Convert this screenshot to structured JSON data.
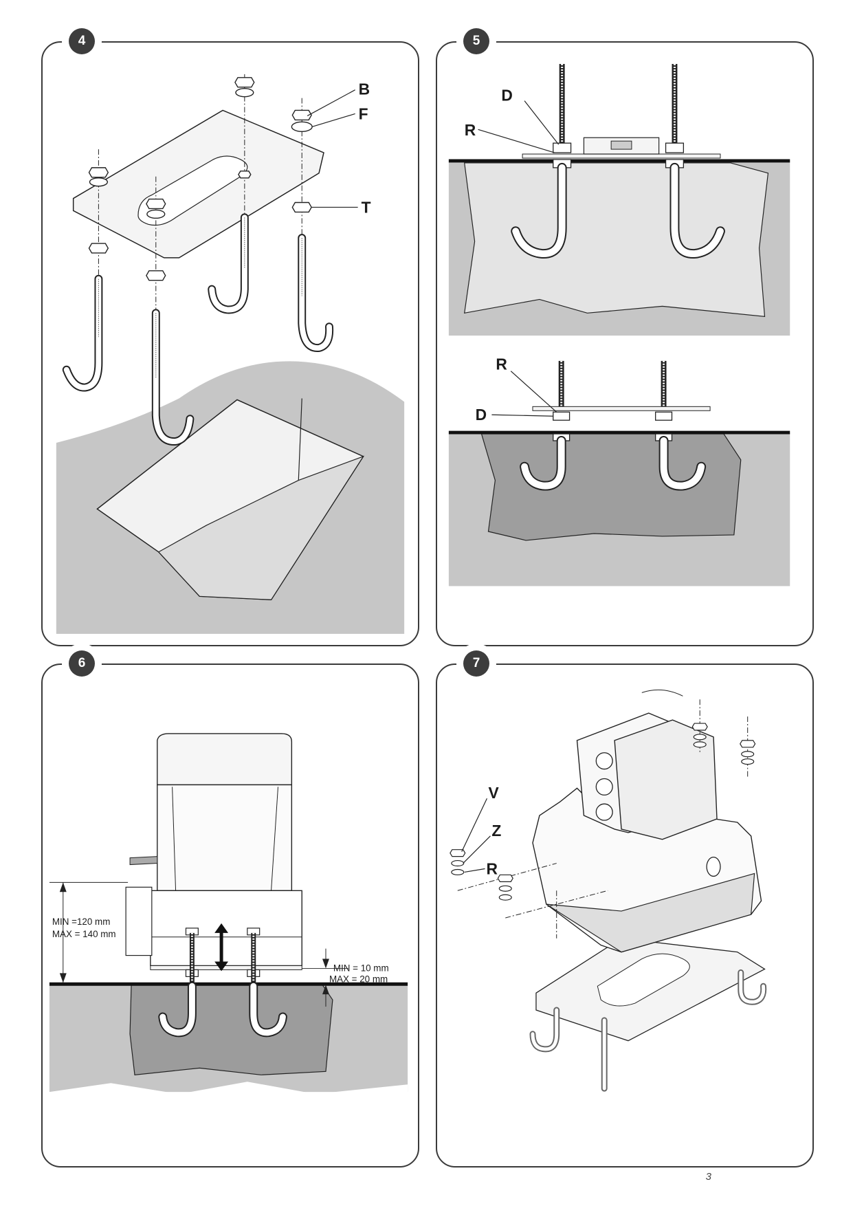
{
  "page_number": "3",
  "colors": {
    "frame": "#3a3a3a",
    "badge": "#3d3d3d",
    "soil_light": "#c8c8c8",
    "soil_mid": "#9c9c9c",
    "soil_pale": "#e0e0e0",
    "ground_line": "#111111"
  },
  "figures": [
    {
      "number": "4",
      "labels": {
        "b": "B",
        "f": "F",
        "t": "T"
      }
    },
    {
      "number": "5",
      "labels": {
        "d_top": "D",
        "r_top": "R",
        "r_bottom": "R",
        "d_bottom": "D"
      }
    },
    {
      "number": "6",
      "dimensions": {
        "min_height": "MIN =120 mm",
        "max_height": "MAX = 140 mm",
        "min_gap": "MIN = 10 mm",
        "max_gap": "MAX = 20 mm"
      }
    },
    {
      "number": "7",
      "labels": {
        "v": "V",
        "z": "Z",
        "r": "R"
      }
    }
  ]
}
